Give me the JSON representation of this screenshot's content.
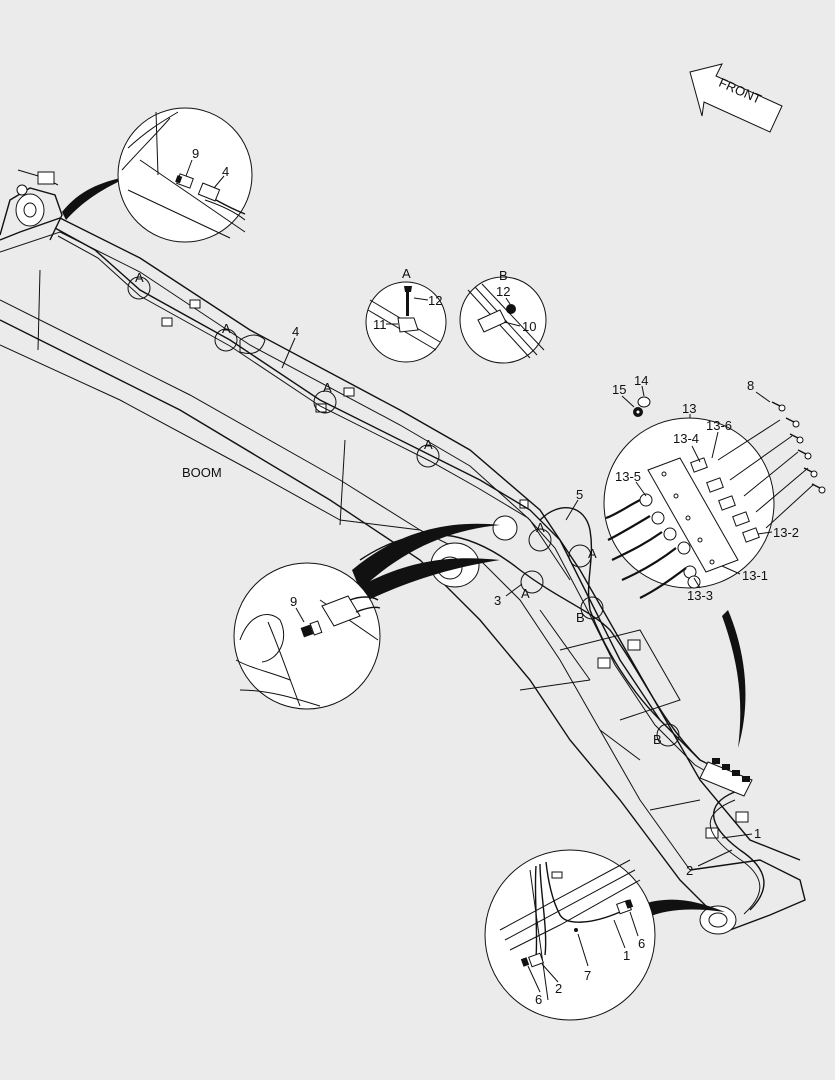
{
  "direction": {
    "label": "FRONT"
  },
  "boom": {
    "label": "BOOM"
  },
  "callouts": {
    "part_4_main": "4",
    "part_5": "5",
    "part_3": "3",
    "part_1": "1",
    "part_2": "2",
    "part_8": "8",
    "part_13": "13",
    "part_14": "14",
    "part_15": "15",
    "clamp_A": "A",
    "clamp_B": "B"
  },
  "detail_top_left": {
    "items": [
      "9",
      "4"
    ]
  },
  "detail_A": {
    "title": "A",
    "items": [
      "12",
      "11"
    ]
  },
  "detail_B": {
    "title": "B",
    "items": [
      "12",
      "10"
    ]
  },
  "detail_fittings": {
    "items": [
      "13-6",
      "13-4",
      "13-5",
      "13-2",
      "13-1",
      "13-3"
    ]
  },
  "detail_left_mid": {
    "items": [
      "9"
    ]
  },
  "detail_bottom": {
    "items": [
      "6",
      "1",
      "7",
      "2",
      "6"
    ]
  },
  "colors": {
    "background": "#ebebeb",
    "line": "#111111",
    "detail_fill": "#ffffff"
  }
}
